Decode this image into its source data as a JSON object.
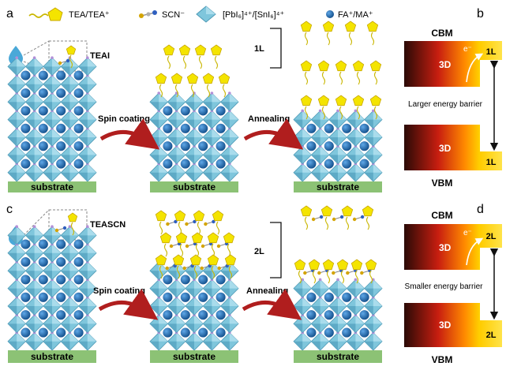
{
  "legend": {
    "tea": "TEA/TEA⁺",
    "scn": "SCN⁻",
    "octa": "[PbI₆]⁴⁺/[SnI₆]⁴⁺",
    "fa": "FA⁺/MA⁺"
  },
  "panel_a": {
    "label": "a",
    "source_label": "TEAI",
    "spin_label": "Spin coating",
    "anneal_label": "Annealing",
    "layer_label": "1L",
    "substrate_label": "substrate"
  },
  "panel_b": {
    "label": "b",
    "cbm": "CBM",
    "vbm": "VBM",
    "bulk": "3D",
    "layer": "1L",
    "electron": "e⁻",
    "barrier": "Larger energy barrier"
  },
  "panel_c": {
    "label": "c",
    "source_label": "TEASCN",
    "spin_label": "Spin coating",
    "anneal_label": "Annealing",
    "layer_label": "2L",
    "substrate_label": "substrate"
  },
  "panel_d": {
    "label": "d",
    "cbm": "CBM",
    "vbm": "VBM",
    "bulk": "3D",
    "layer": "2L",
    "electron": "e⁻",
    "barrier": "Smaller energy barrier"
  },
  "colors": {
    "octahedron": "#7fc6dc",
    "cation": "#1f6fb5",
    "tea": "#f4e400",
    "substrate": "#8cc275",
    "arrow": "#b01e1e",
    "band_dark": "#2a0a06",
    "band_red": "#c81e10",
    "band_yellow": "#ffd200"
  }
}
